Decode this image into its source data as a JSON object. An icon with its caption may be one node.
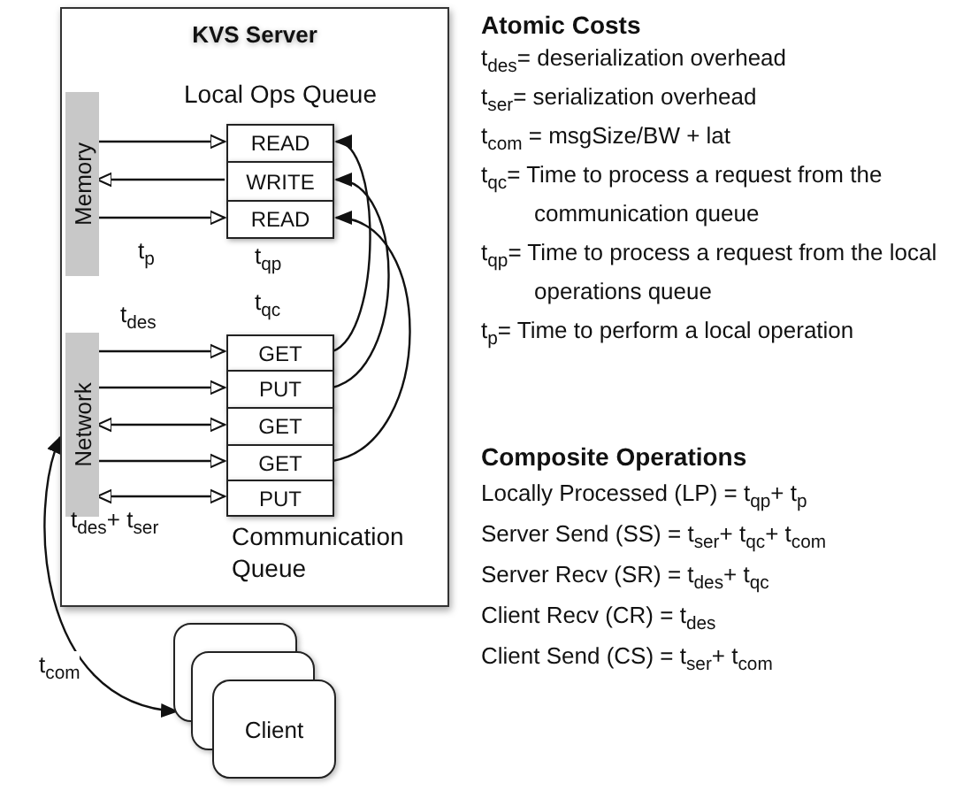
{
  "diagram": {
    "nodes": [
      {
        "text": [
          "KVS Server"
        ]
      },
      {
        "text": [
          "Memory"
        ],
        "in": 0
      },
      {
        "text": [
          "Network"
        ],
        "in": 0
      },
      {
        "text": [
          "Local Ops Queue"
        ],
        "in": 0
      },
      {
        "text": [
          "READ"
        ],
        "in": 3
      },
      {
        "text": [
          "WRITE"
        ],
        "in": 3
      },
      {
        "text": [
          "READ"
        ],
        "in": 3
      },
      {
        "text": [
          "Communication Queue"
        ],
        "in": 0
      },
      {
        "text": [
          "GET"
        ],
        "in": 7
      },
      {
        "text": [
          "PUT"
        ],
        "in": 7
      },
      {
        "text": [
          "GET"
        ],
        "in": 7
      },
      {
        "text": [
          "GET"
        ],
        "in": 7
      },
      {
        "text": [
          "PUT"
        ],
        "in": 7
      },
      {
        "text": [
          "Client"
        ]
      }
    ],
    "edges": [
      {
        "from": 1,
        "to": 4,
        "arrow": "to"
      },
      {
        "from": 5,
        "to": 1,
        "arrow": "to"
      },
      {
        "from": 1,
        "to": 6,
        "arrow": "to"
      },
      {
        "from": 2,
        "to": 8,
        "arrow": "to"
      },
      {
        "from": 2,
        "to": 9,
        "arrow": "to"
      },
      {
        "from": 2,
        "to": 10,
        "arrow": "both"
      },
      {
        "from": 2,
        "to": 11,
        "arrow": "to"
      },
      {
        "from": 2,
        "to": 12,
        "arrow": "both"
      },
      {
        "from": 8,
        "to": 4,
        "arrow": "to"
      },
      {
        "from": 9,
        "to": 5,
        "arrow": "to"
      },
      {
        "from": 11,
        "to": 6,
        "arrow": "to"
      },
      {
        "from": 13,
        "to": 2,
        "arrow": "both",
        "label": "t$_{com}$"
      }
    ],
    "labels": [
      "t$_{p}$",
      "t$_{qp}$",
      "t$_{qc}$",
      "t$_{des}$",
      "t$_{des}$+ t$_{ser}$",
      "Atomic Costs",
      "t$_{des}$= deserialization overhead",
      "t$_{ser}$= serialization overhead",
      "t$_{com}$ = msgSize/BW + lat",
      "t$_{qc}$= Time to process a request from the communication queue",
      "t$_{qp}$= Time to process a request from the local operations queue",
      "t$_{p}$= Time to perform a local operation",
      "Composite Operations",
      "Locally Processed (LP) = t$_{qp}$+ t$_{p}$",
      "Server Send (SS) = t$_{ser}$+ t$_{qc}$+ t$_{com}$",
      "Server Recv (SR) = t$_{des}$+ t$_{qc}$",
      "Client Recv (CR) = t$_{des}$",
      "Client Send (CS) = t$_{ser}$+ t$_{com}$"
    ]
  }
}
